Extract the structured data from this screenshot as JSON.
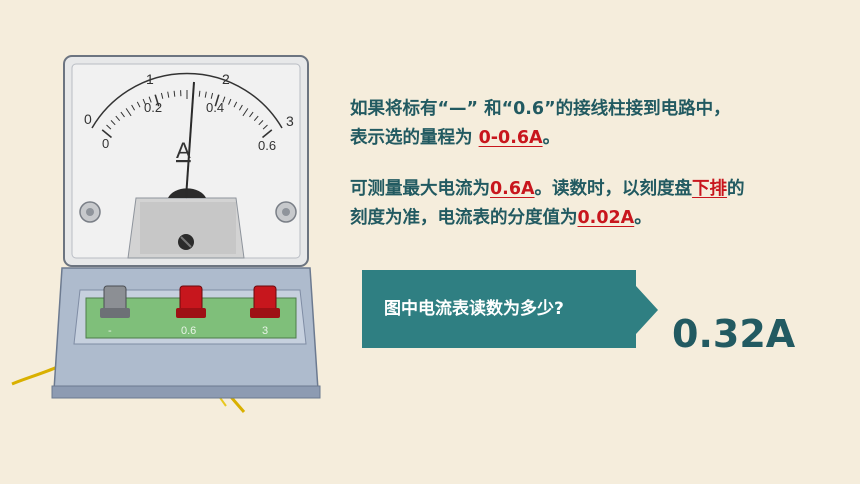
{
  "meter": {
    "upper_scale": [
      "0",
      "1",
      "2",
      "3"
    ],
    "lower_scale": [
      "0",
      "0.2",
      "0.4",
      "0.6"
    ],
    "unit": "A",
    "terminals": [
      "-",
      "0.6",
      "3"
    ]
  },
  "text": {
    "line1": "如果将标有“—” 和“0.6”的接线柱接到电路中，",
    "line2_prefix": "表示选的量程为 ",
    "line2_range": "0-0.6A",
    "line2_suffix": "。",
    "line3_prefix": "可测量最大电流为",
    "line3_max": "0.6A",
    "line3_mid": "。读数时，以刻度盘",
    "line3_row": "下排",
    "line3_suffix": "的",
    "line4_prefix": "刻度为准，电流表的分度值为",
    "line4_division": "0.02A",
    "line4_suffix": "。"
  },
  "question": "图中电流表读数为多少?",
  "answer": "0.32A",
  "colors": {
    "text": "#225a61",
    "highlight": "#c8161d",
    "box": "#2f7f82",
    "background": "#f5eddc"
  }
}
